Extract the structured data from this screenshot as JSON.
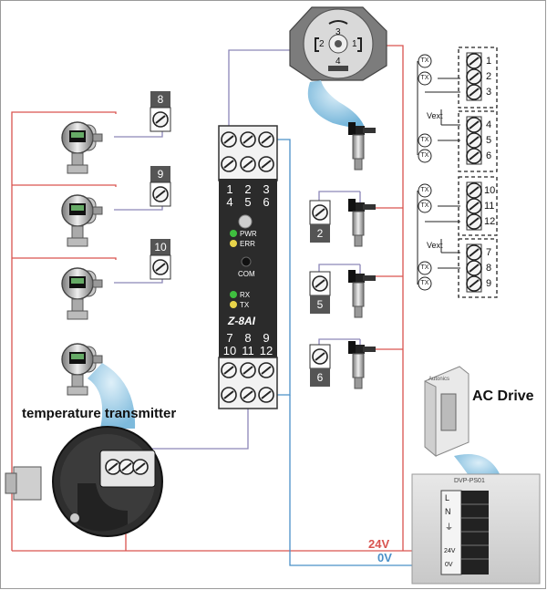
{
  "module": {
    "name": "Z-8AI",
    "top_channels_row1": [
      "1",
      "2",
      "3"
    ],
    "top_channels_row2": [
      "4",
      "5",
      "6"
    ],
    "bottom_channels_row1": [
      "7",
      "8",
      "9"
    ],
    "bottom_channels_row2": [
      "10",
      "11",
      "12"
    ],
    "led_pwr": "PWR",
    "led_err": "ERR",
    "com_label": "COM",
    "led_rx": "RX",
    "led_tx": "TX"
  },
  "connector": {
    "pins": [
      "1",
      "2",
      "3",
      "4"
    ]
  },
  "terminal_tags": {
    "left": [
      "8",
      "9",
      "10"
    ],
    "middle": [
      "2",
      "5",
      "6"
    ]
  },
  "tx_block_top": {
    "rows": [
      "1",
      "2",
      "3",
      "4",
      "5",
      "6"
    ],
    "tx": "TX",
    "vext": "Vext"
  },
  "tx_block_bottom": {
    "rows": [
      "10",
      "11",
      "12",
      "7",
      "8",
      "9"
    ],
    "tx": "TX",
    "vext": "Vext"
  },
  "labels": {
    "temperature_transmitter": "temperature transmitter",
    "ac_drive": "AC Drive",
    "v24": "24V",
    "v0": "0V",
    "dvp_model": "DVP-PS01",
    "power_terminals": [
      "L",
      "N",
      "⏚",
      "",
      "24V",
      "0V"
    ],
    "ac_drive_brand": "Autonics"
  },
  "colors": {
    "red_wire": "#d9534f",
    "blue_wire": "#4a90c8",
    "gray_wire": "#8c86b8",
    "module_body": "#2b2b2b"
  }
}
